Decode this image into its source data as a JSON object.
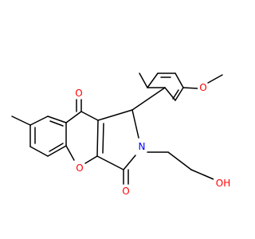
{
  "molecule": {
    "colors": {
      "bond": "#000000",
      "oxygen": "#ff0000",
      "nitrogen": "#0000ff",
      "background": "#ffffff"
    },
    "atom_labels": {
      "ketone_oxygen": "O",
      "methoxy_oxygen": "O",
      "ring_nitrogen": "N",
      "chromene_oxygen": "O",
      "lactam_oxygen": "O",
      "hydroxyl": "OH"
    }
  }
}
